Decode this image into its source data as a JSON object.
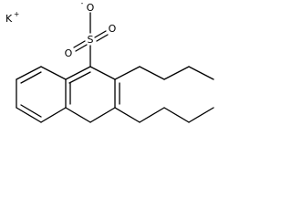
{
  "molecule": {
    "counterion": {
      "symbol": "K",
      "charge": "+"
    },
    "sulfonate": {
      "sulfur": "S",
      "oxygen_upper": "O",
      "oxygen_right": "O",
      "oxygen_lower": "O",
      "anion_charge": "-"
    }
  }
}
